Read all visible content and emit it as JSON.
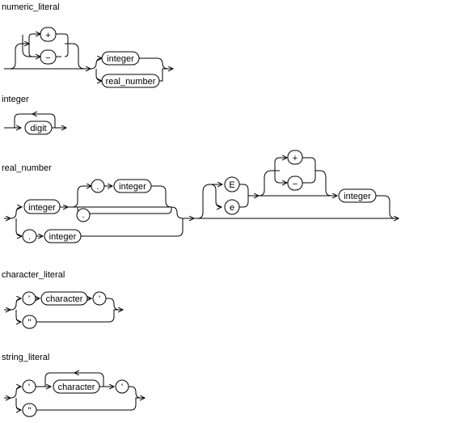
{
  "rules": [
    {
      "title": "numeric_literal",
      "nodes": {
        "plus": "+",
        "minus": "−",
        "integer": "integer",
        "real_number": "real_number"
      }
    },
    {
      "title": "integer",
      "nodes": {
        "digit": "digit"
      }
    },
    {
      "title": "real_number",
      "nodes": {
        "integer1": "integer",
        "dot1": ".",
        "integer2": "integer",
        "dot2": ".",
        "dot3": ".",
        "integer3": "integer",
        "E": "E",
        "e": "e",
        "plus": "+",
        "minus": "−",
        "integer4": "integer"
      }
    },
    {
      "title": "character_literal",
      "nodes": {
        "quote1": "'",
        "character": "character",
        "quote2": "'",
        "doublequote": "''"
      }
    },
    {
      "title": "string_literal",
      "nodes": {
        "quote1": "'",
        "character": "character",
        "quote2": "'",
        "doublequote": "''"
      }
    }
  ]
}
